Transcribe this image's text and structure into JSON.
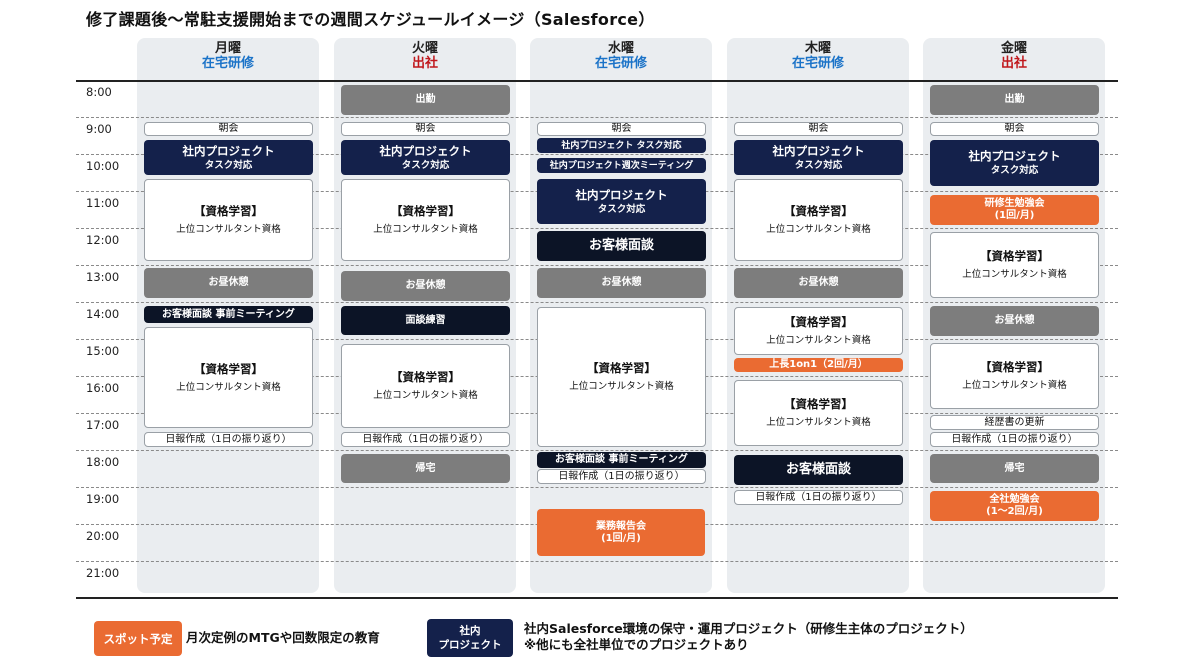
{
  "title": "修了課題後〜常駐支援開始までの週間スケジュールイメージ（Salesforce）",
  "colors": {
    "blue_mode": "#1b73c8",
    "red_mode": "#c0171c",
    "navy": "#14214b",
    "orange": "#ea6b32",
    "gray": "#7d7d7d"
  },
  "days": [
    {
      "name": "月曜",
      "mode": "在宅研修",
      "mode_color": "#1b73c8"
    },
    {
      "name": "火曜",
      "mode": "出社",
      "mode_color": "#c0171c"
    },
    {
      "name": "水曜",
      "mode": "在宅研修",
      "mode_color": "#1b73c8"
    },
    {
      "name": "木曜",
      "mode": "在宅研修",
      "mode_color": "#1b73c8"
    },
    {
      "name": "金曜",
      "mode": "出社",
      "mode_color": "#c0171c"
    }
  ],
  "times": [
    "8:00",
    "9:00",
    "10:00",
    "11:00",
    "12:00",
    "13:00",
    "14:00",
    "15:00",
    "16:00",
    "17:00",
    "18:00",
    "19:00",
    "20:00",
    "21:00"
  ],
  "events": {
    "mon": {
      "chorei": "朝会",
      "proj": "社内プロジェクト",
      "proj_sub": "タスク対応",
      "study1": "【資格学習】",
      "study1_sub": "上位コンサルタント資格",
      "lunch": "お昼休憩",
      "premeet": "お客様面談 事前ミーティング",
      "study2": "【資格学習】",
      "study2_sub": "上位コンサルタント資格",
      "daily": "日報作成（1日の振り返り）"
    },
    "tue": {
      "commute": "出勤",
      "chorei": "朝会",
      "proj": "社内プロジェクト",
      "proj_sub": "タスク対応",
      "study1": "【資格学習】",
      "study1_sub": "上位コンサルタント資格",
      "lunch": "お昼休憩",
      "practice": "面談練習",
      "study2": "【資格学習】",
      "study2_sub": "上位コンサルタント資格",
      "daily": "日報作成（1日の振り返り）",
      "home": "帰宅"
    },
    "wed": {
      "chorei": "朝会",
      "proj_task": "社内プロジェクト タスク対応",
      "proj_weekly": "社内プロジェクト週次ミーティング",
      "proj": "社内プロジェクト",
      "proj_sub": "タスク対応",
      "client": "お客様面談",
      "lunch": "お昼休憩",
      "study": "【資格学習】",
      "study_sub": "上位コンサルタント資格",
      "premeet": "お客様面談 事前ミーティング",
      "daily": "日報作成（1日の振り返り）",
      "report": "業務報告会",
      "report_sub": "(1回/月)"
    },
    "thu": {
      "chorei": "朝会",
      "proj": "社内プロジェクト",
      "proj_sub": "タスク対応",
      "study1": "【資格学習】",
      "study1_sub": "上位コンサルタント資格",
      "lunch": "お昼休憩",
      "study2": "【資格学習】",
      "study2_sub": "上位コンサルタント資格",
      "boss": "上長1on1（2回/月）",
      "study3": "【資格学習】",
      "study3_sub": "上位コンサルタント資格",
      "client": "お客様面談",
      "daily": "日報作成（1日の振り返り）"
    },
    "fri": {
      "commute": "出勤",
      "chorei": "朝会",
      "proj": "社内プロジェクト",
      "proj_sub": "タスク対応",
      "seminar": "研修生勉強会",
      "seminar_sub": "(1回/月)",
      "study1": "【資格学習】",
      "study1_sub": "上位コンサルタント資格",
      "lunch": "お昼休憩",
      "study2": "【資格学習】",
      "study2_sub": "上位コンサルタント資格",
      "resume": "経歴書の更新",
      "daily": "日報作成（1日の振り返り）",
      "home": "帰宅",
      "company": "全社勉強会",
      "company_sub": "(1〜2回/月)"
    }
  },
  "legend": {
    "spot_label": "スポット予定",
    "spot_desc": "月次定例のMTGや回数限定の教育",
    "proj_label_1": "社内",
    "proj_label_2": "プロジェクト",
    "proj_desc_1": "社内Salesforce環境の保守・運用プロジェクト（研修生主体のプロジェクト）",
    "proj_desc_2": "※他にも全社単位でのプロジェクトあり"
  }
}
